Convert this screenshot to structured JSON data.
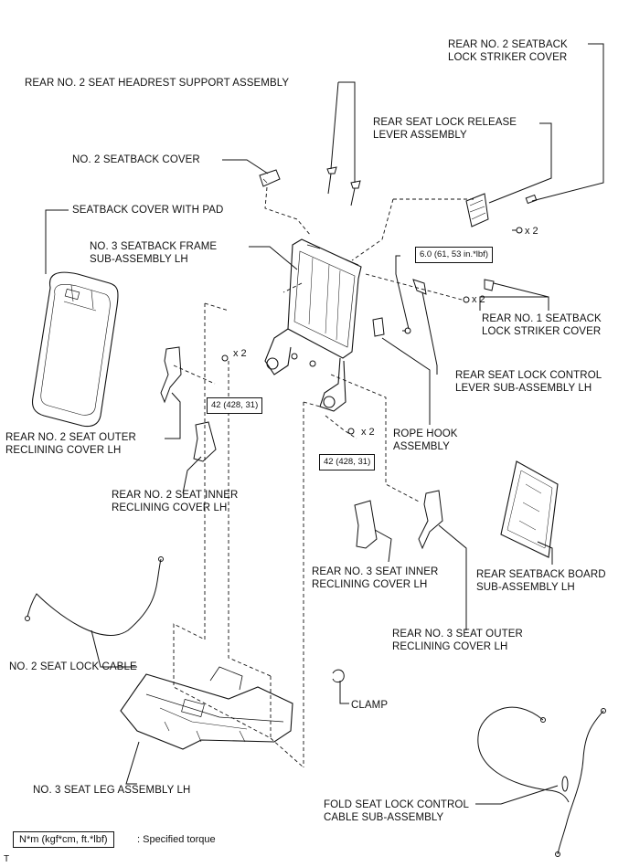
{
  "labels": {
    "rear_no2_striker_cover": "REAR NO. 2 SEATBACK\nLOCK STRIKER COVER",
    "headrest_support": "REAR NO. 2 SEAT HEADREST SUPPORT ASSEMBLY",
    "lock_release_lever": "REAR SEAT LOCK RELEASE\nLEVER ASSEMBLY",
    "no2_seatback_cover": "NO. 2 SEATBACK COVER",
    "seatback_cover_pad": "SEATBACK COVER WITH PAD",
    "no3_frame": "NO. 3 SEATBACK FRAME\nSUB-ASSEMBLY LH",
    "rear_no1_striker_cover": "REAR NO. 1 SEATBACK\nLOCK STRIKER COVER",
    "lock_control_lever": "REAR SEAT LOCK CONTROL\nLEVER SUB-ASSEMBLY LH",
    "rope_hook": "ROPE HOOK\nASSEMBLY",
    "no2_outer_recl": "REAR NO. 2 SEAT OUTER\nRECLINING COVER LH",
    "no2_inner_recl": "REAR NO. 2 SEAT INNER\nRECLINING COVER LH",
    "no3_inner_recl": "REAR NO. 3 SEAT INNER\nRECLINING COVER LH",
    "seatback_board": "REAR SEATBACK BOARD\nSUB-ASSEMBLY LH",
    "no3_outer_recl": "REAR NO. 3 SEAT OUTER\nRECLINING COVER LH",
    "no2_lock_cable": "NO. 2 SEAT LOCK CABLE",
    "clamp": "CLAMP",
    "no3_leg": "NO. 3 SEAT LEG ASSEMBLY LH",
    "fold_cable": "FOLD SEAT LOCK CONTROL\nCABLE SUB-ASSEMBLY"
  },
  "torques": {
    "t_upper": "6.0 (61, 53 in.*lbf)",
    "t_mid_left": "42 (428, 31)",
    "t_mid_center": "42 (428, 31)"
  },
  "counts": {
    "x2_upper": "x 2",
    "x2_right": "x 2",
    "x2_left": "x 2",
    "x2_center": "x 2"
  },
  "legend": {
    "unit": "N*m (kgf*cm, ft.*lbf)",
    "meaning": ": Specified torque"
  },
  "footer_mark": "T"
}
